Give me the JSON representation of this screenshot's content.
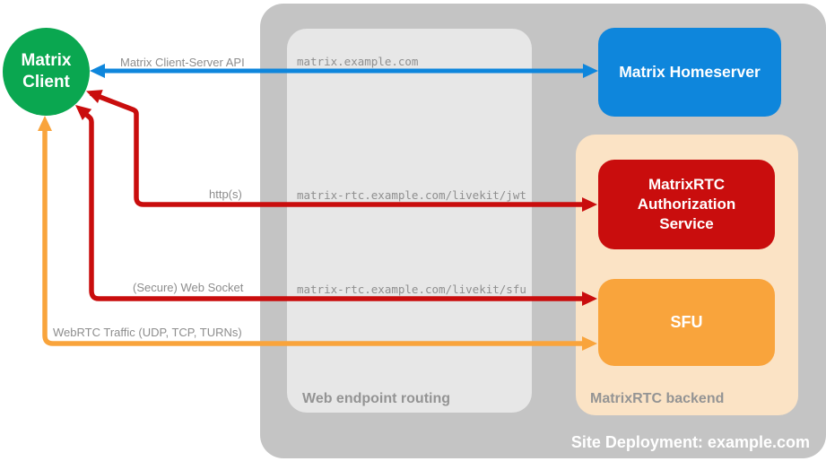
{
  "colors": {
    "background": "#ffffff",
    "container_gray": "#c4c4c4",
    "routing_gray": "#e7e7e7",
    "backend_peach": "#fbe3c5",
    "green": "#0aa750",
    "blue": "#0e86dc",
    "red": "#c90d0d",
    "orange": "#f9a43c",
    "label_gray": "#8d8d8d",
    "endpoint_gray": "#8f8f8f",
    "muted_label": "#949494",
    "title_white": "#ffffff"
  },
  "nodes": {
    "client": {
      "line1": "Matrix",
      "line2": "Client"
    },
    "homeserver": {
      "label": "Matrix Homeserver"
    },
    "auth_service": {
      "label": "MatrixRTC Authorization Service"
    },
    "sfu": {
      "label": "SFU"
    }
  },
  "containers": {
    "site": {
      "label": "Site Deployment: example.com"
    },
    "routing": {
      "label": "Web endpoint routing"
    },
    "backend": {
      "label": "MatrixRTC backend"
    }
  },
  "connections": [
    {
      "label": "Matrix Client-Server API",
      "endpoint": "matrix.example.com",
      "color": "blue",
      "from": "Matrix Client",
      "to": "Matrix Homeserver"
    },
    {
      "label": "http(s)",
      "endpoint": "matrix-rtc.example.com/livekit/jwt",
      "color": "red",
      "from": "Matrix Client",
      "to": "MatrixRTC Authorization Service"
    },
    {
      "label": "(Secure) Web Socket",
      "endpoint": "matrix-rtc.example.com/livekit/sfu",
      "color": "red",
      "from": "Matrix Client",
      "to": "SFU"
    },
    {
      "label": "WebRTC Traffic (UDP, TCP, TURNs)",
      "endpoint": "",
      "color": "orange",
      "from": "Matrix Client",
      "to": "SFU"
    }
  ]
}
